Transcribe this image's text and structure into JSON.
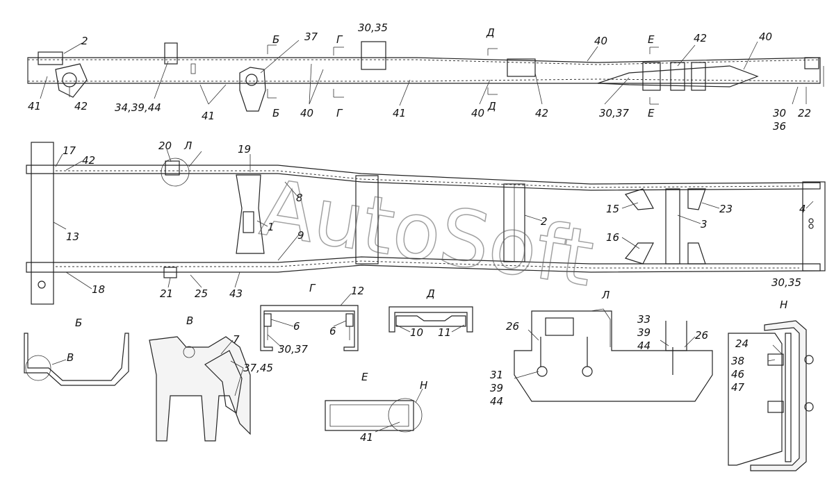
{
  "watermark": "AutoSoft",
  "section_labels": {
    "B": "Б",
    "V": "В",
    "G": "Г",
    "D": "Д",
    "E": "Е",
    "L": "Л",
    "N": "Н"
  },
  "callouts": {
    "side": {
      "c1": "2",
      "c2": "41",
      "c3": "42",
      "c4": "34,39,44",
      "c5": "41",
      "c6": "37",
      "c7": "40",
      "c8": "30,35",
      "c9": "41",
      "c10": "40",
      "c11": "42",
      "c12": "40",
      "c13": "30,37",
      "c14": "42",
      "c15": "40",
      "c16": "30",
      "c17": "36",
      "c18": "22"
    },
    "plan": {
      "c1": "17",
      "c2": "42",
      "c3": "20",
      "c4": "19",
      "c5": "13",
      "c6": "8",
      "c7": "1",
      "c8": "9",
      "c9": "2",
      "c10": "15",
      "c11": "23",
      "c12": "3",
      "c13": "16",
      "c14": "4",
      "c15": "18",
      "c16": "21",
      "c17": "25",
      "c18": "43",
      "c19": "30,35"
    },
    "details": {
      "g1": "12",
      "g2": "6",
      "g3": "6",
      "g4": "30,37",
      "d1": "10",
      "d2": "11",
      "v1": "7",
      "v2": "37,45",
      "b1": "В",
      "e1": "41",
      "e2": "Н",
      "l1": "26",
      "l2": "33",
      "l3": "39",
      "l4": "44",
      "l5": "26",
      "l6": "31",
      "l7": "39",
      "l8": "44",
      "n1": "24",
      "n2": "38",
      "n3": "46",
      "n4": "47"
    }
  }
}
